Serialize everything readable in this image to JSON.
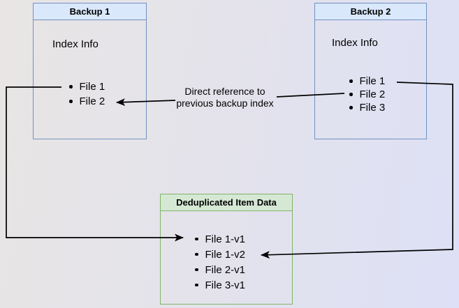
{
  "diagram": {
    "backup1": {
      "title": "Backup 1",
      "section_label": "Index Info",
      "items": [
        "File 1",
        "File 2"
      ]
    },
    "backup2": {
      "title": "Backup 2",
      "section_label": "Index Info",
      "items": [
        "File 1",
        "File 2",
        "File 3"
      ]
    },
    "dedup": {
      "title": "Deduplicated Item Data",
      "items": [
        "File 1-v1",
        "File 1-v2",
        "File 2-v1",
        "File 3-v1"
      ]
    },
    "annotation": {
      "line1": "Direct reference to",
      "line2": "previous backup index"
    },
    "colors": {
      "blue_header_fill": "#dae8fc",
      "blue_border": "#7090c0",
      "green_header_fill": "#d5e8d4",
      "green_border": "#82b366",
      "arrow": "#000000",
      "background_left": "#e8e5e4",
      "background_right": "#dde0f6"
    }
  }
}
